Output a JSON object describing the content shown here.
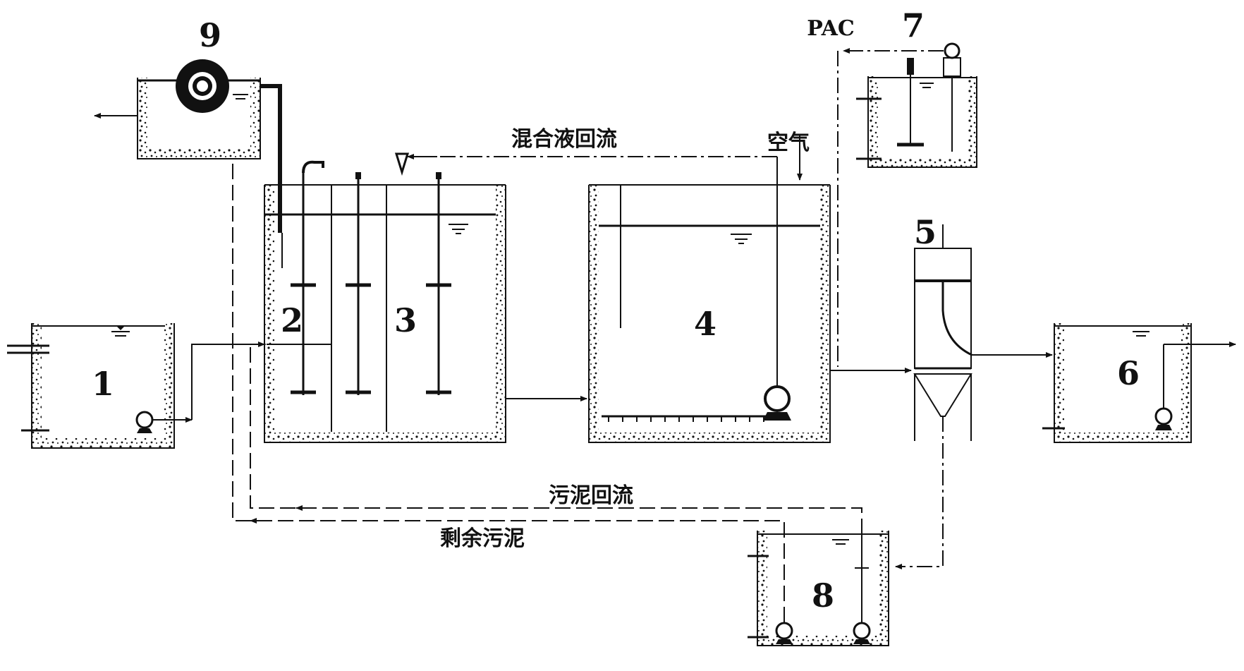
{
  "units": {
    "u1": "1",
    "u2": "2",
    "u3": "3",
    "u4": "4",
    "u5": "5",
    "u6": "6",
    "u7": "7",
    "u8": "8",
    "u9": "9"
  },
  "labels": {
    "mixed_liquor_return": "混合液回流",
    "air": "空气",
    "pac": "PAC",
    "sludge_return": "污泥回流",
    "excess_sludge": "剩余污泥"
  },
  "colors": {
    "line": "#111111",
    "background": "#ffffff"
  }
}
